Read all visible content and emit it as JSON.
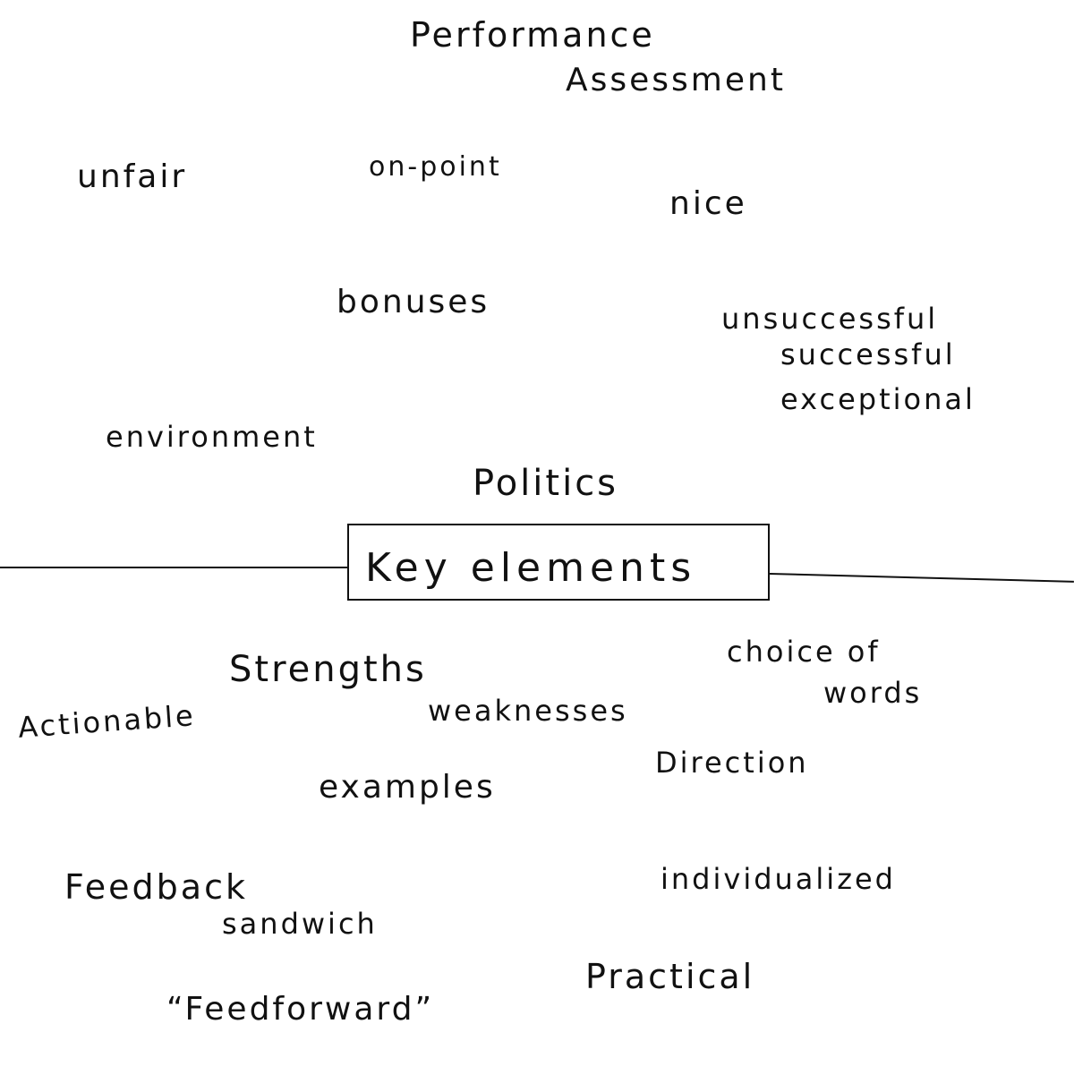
{
  "title": [
    "Performance",
    "Assessment"
  ],
  "center": "Key elements",
  "above": {
    "unfair": "unfair",
    "on_point": "on-point",
    "nice": "nice",
    "bonuses": "bonuses",
    "ratings": [
      "unsuccessful",
      "successful",
      "exceptional"
    ],
    "environment": "environment",
    "politics": "Politics"
  },
  "below": {
    "strengths": "Strengths",
    "choice_of_words": [
      "choice of",
      "words"
    ],
    "actionable": "Actionable",
    "weaknesses": "weaknesses",
    "direction": "Direction",
    "examples": "examples",
    "feedback_sandwich": [
      "Feedback",
      "sandwich"
    ],
    "individualized": "individualized",
    "practical": "Practical",
    "feedforward": "“Feedforward”"
  }
}
